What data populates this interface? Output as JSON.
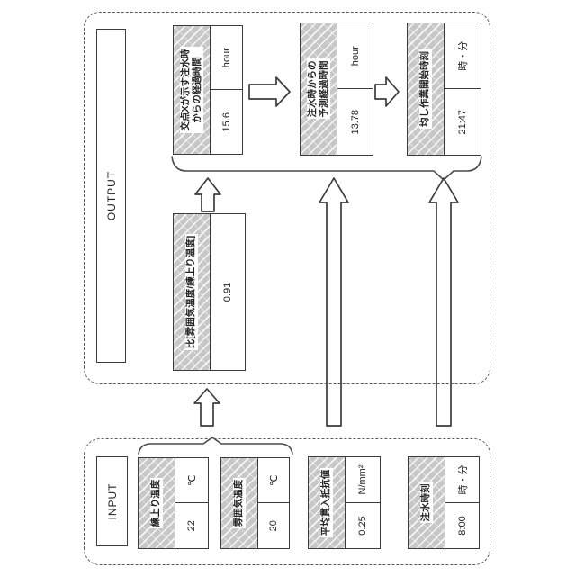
{
  "style": {
    "hatch_gray": "#c7c7c7",
    "line_color": "#3c3c3c"
  },
  "output_section": {
    "label": "OUTPUT",
    "ratio_box": {
      "label": "比[雰囲気温度/練上り温度]",
      "value": "0.91"
    },
    "boxes": [
      {
        "label_line1": "交点Xが示す注水時",
        "label_line2": "からの経過時間",
        "value": "15.6",
        "unit": "hour"
      },
      {
        "label_line1": "注水時からの",
        "label_line2": "予測経過時間",
        "value": "13.78",
        "unit": "hour"
      },
      {
        "label_line1": "均し作業開始時刻",
        "label_line2": "",
        "value": "21:47",
        "unit": "時・分"
      }
    ]
  },
  "input_section": {
    "label": "INPUT",
    "boxes": [
      {
        "label": "練上り温度",
        "value": "22",
        "unit": "℃"
      },
      {
        "label": "雰囲気温度",
        "value": "20",
        "unit": "℃"
      },
      {
        "label": "平均貫入抵抗値",
        "value": "0.25",
        "unit": "N/mm²"
      },
      {
        "label": "注水時刻",
        "value": "8:00",
        "unit": "時・分"
      }
    ]
  }
}
